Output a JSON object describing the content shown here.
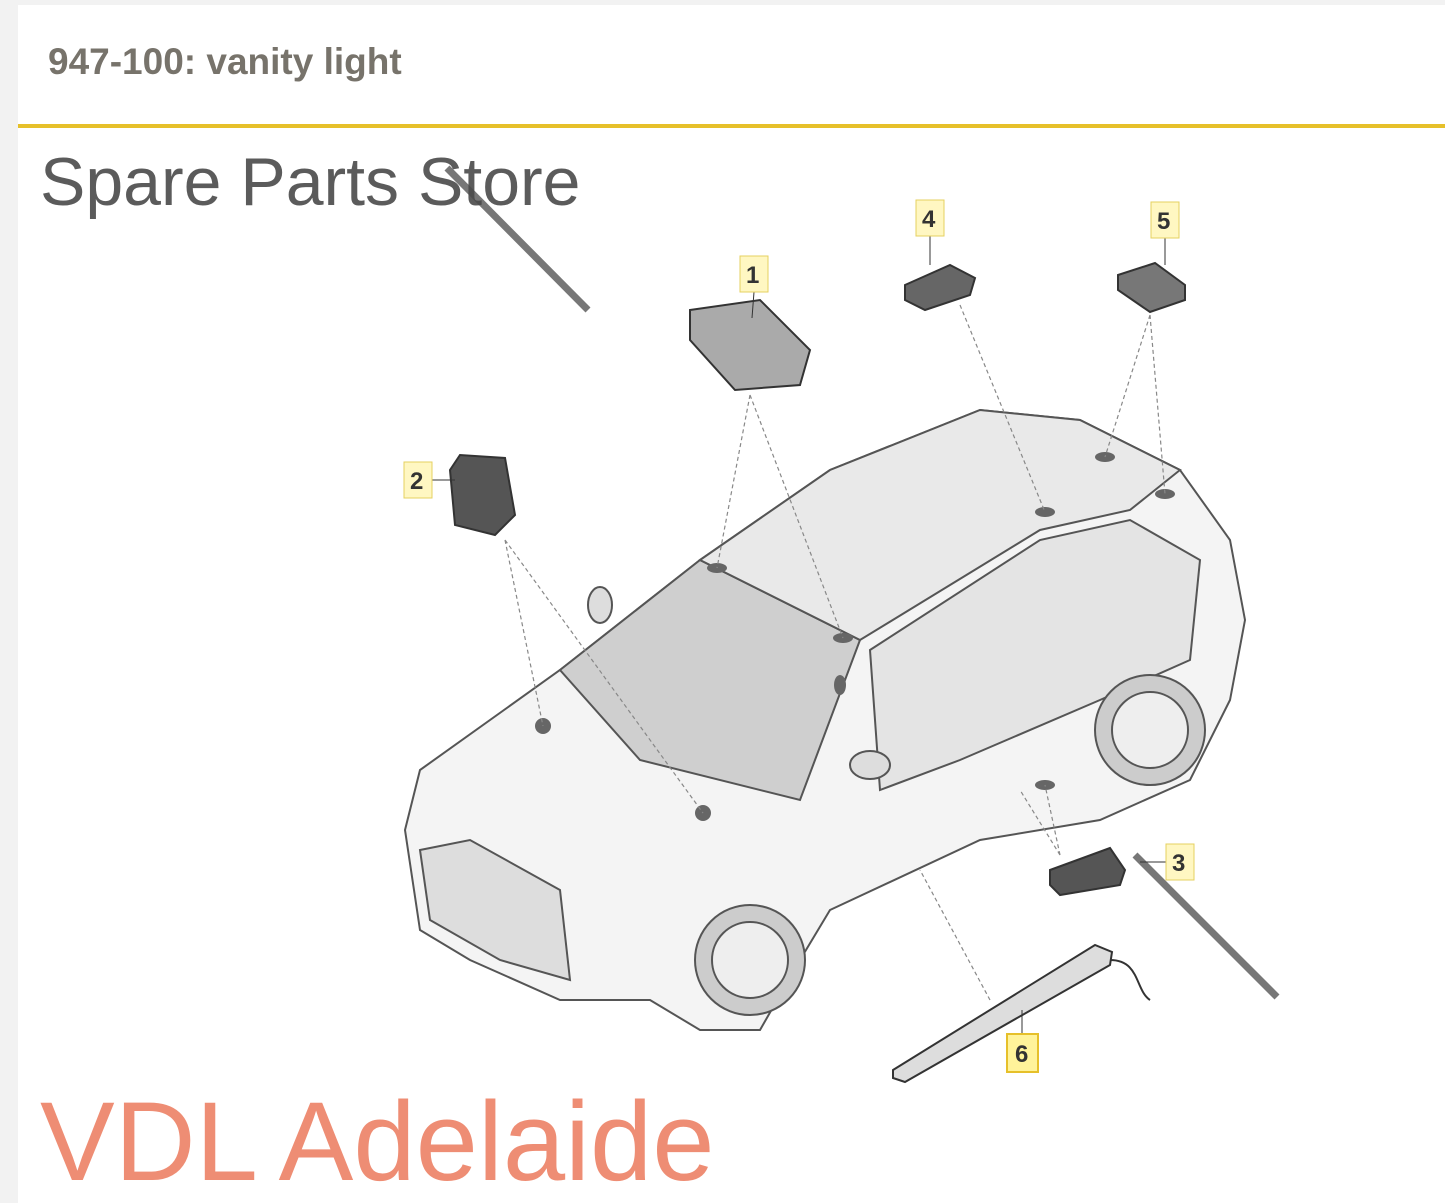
{
  "header": {
    "title": "947-100: vanity light"
  },
  "diagram": {
    "callouts": [
      "1",
      "2",
      "3",
      "4",
      "5",
      "6"
    ],
    "watermark": {
      "line1": "VDL Adelaide",
      "line2": "Spare Parts Store"
    },
    "colors": {
      "accent": "#e6c02a",
      "watermark": "#ec7a5c",
      "callout_fill": "#fff7c2"
    }
  }
}
